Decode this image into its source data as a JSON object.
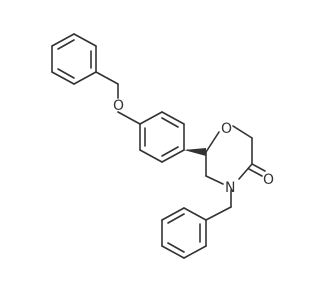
{
  "molecule": {
    "atoms": {
      "ether_oxygen": "O",
      "ring_oxygen": "O",
      "ring_nitrogen": "N",
      "carbonyl_oxygen": "O"
    }
  },
  "colors": {
    "bond": "#333333",
    "background": "#ffffff"
  }
}
